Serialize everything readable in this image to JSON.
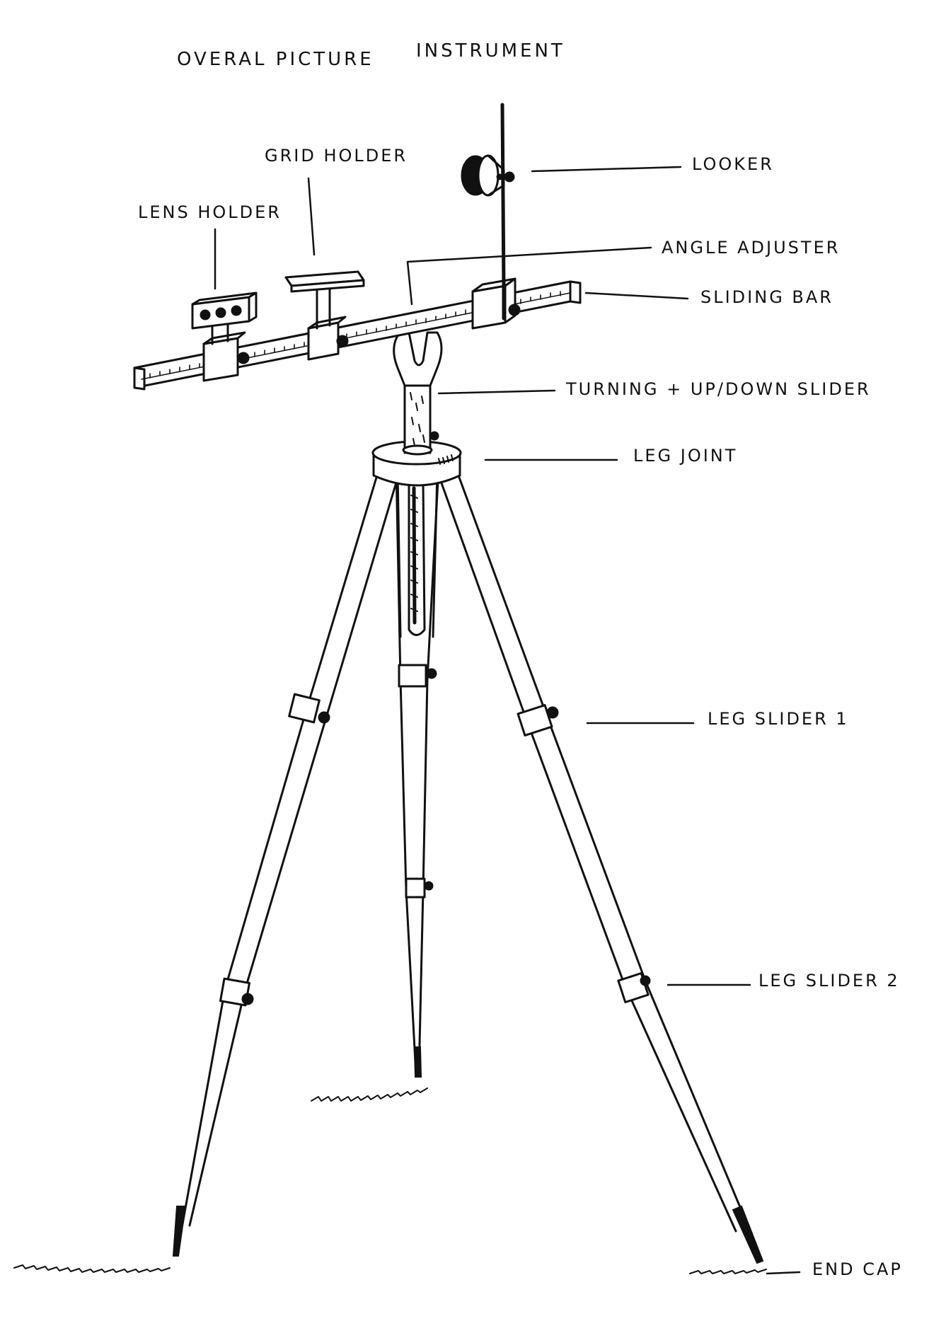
{
  "title": {
    "left": "OVERAL PICTURE",
    "right": "INSTRUMENT"
  },
  "labels": {
    "lens_holder": "LENS HOLDER",
    "grid_holder": "GRID HOLDER",
    "looker": "LOOKER",
    "angle_adjuster": "ANGLE ADJUSTER",
    "sliding_bar": "SLIDING BAR",
    "turning_slider": "TURNING + UP/DOWN SLIDER",
    "leg_joint": "LEG JOINT",
    "leg_slider_1": "LEG SLIDER 1",
    "leg_slider_2": "LEG SLIDER 2",
    "end_cap": "END CAP"
  },
  "colors": {
    "ink": "#111111",
    "paper": "#ffffff"
  }
}
